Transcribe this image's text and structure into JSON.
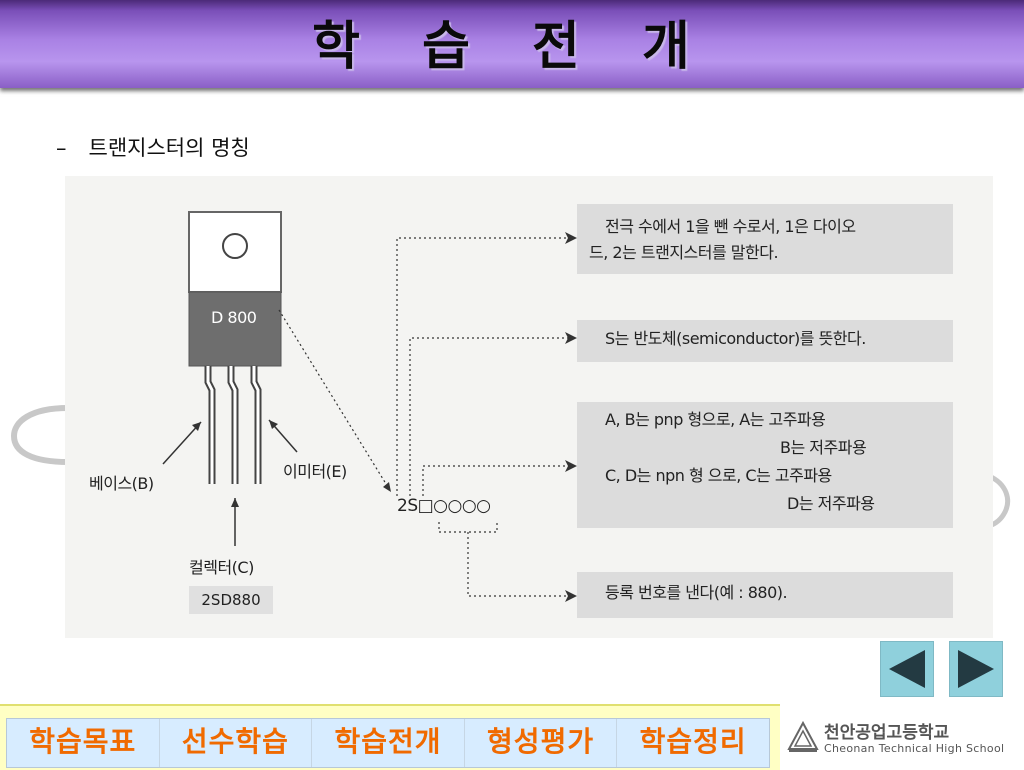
{
  "header": {
    "title": "학 습 전 개"
  },
  "bullet": {
    "dash": "–",
    "text": "트랜지스터의 명칭"
  },
  "diagram": {
    "transistor_marking": "D 800",
    "base_label": "베이스(B)",
    "emitter_label": "이미터(E)",
    "collector_label": "컬렉터(C)",
    "part_number": "2SD880",
    "code": "2S□○○○○",
    "callouts": [
      {
        "lines": [
          "전극 수에서 1을 뺀 수로서, 1은 다이오",
          "드, 2는 트랜지스터를 말한다."
        ]
      },
      {
        "lines": [
          "S는 반도체(semiconductor)를 뜻한다."
        ]
      },
      {
        "lines": [
          "A, B는 pnp 형으로, A는 고주파용",
          "B는 저주파용",
          "C, D는 npn 형 으로, C는 고주파용",
          "D는 저주파용"
        ]
      },
      {
        "lines": [
          "등록 번호를 낸다(예 : 880)."
        ]
      }
    ]
  },
  "nav": {
    "prev_icon": "triangle-left-icon",
    "next_icon": "triangle-right-icon",
    "items": [
      "학습목표",
      "선수학습",
      "학습전개",
      "형성평가",
      "학습정리"
    ]
  },
  "school": {
    "name": "천안공업고등학교",
    "name_en": "Cheonan Technical High School"
  },
  "colors": {
    "header": "#a981e4",
    "nav_text": "#f06a00",
    "nav_bg": "#d7ecff",
    "button": "#8fd0dc",
    "callout_bg": "#dcdcdc"
  }
}
